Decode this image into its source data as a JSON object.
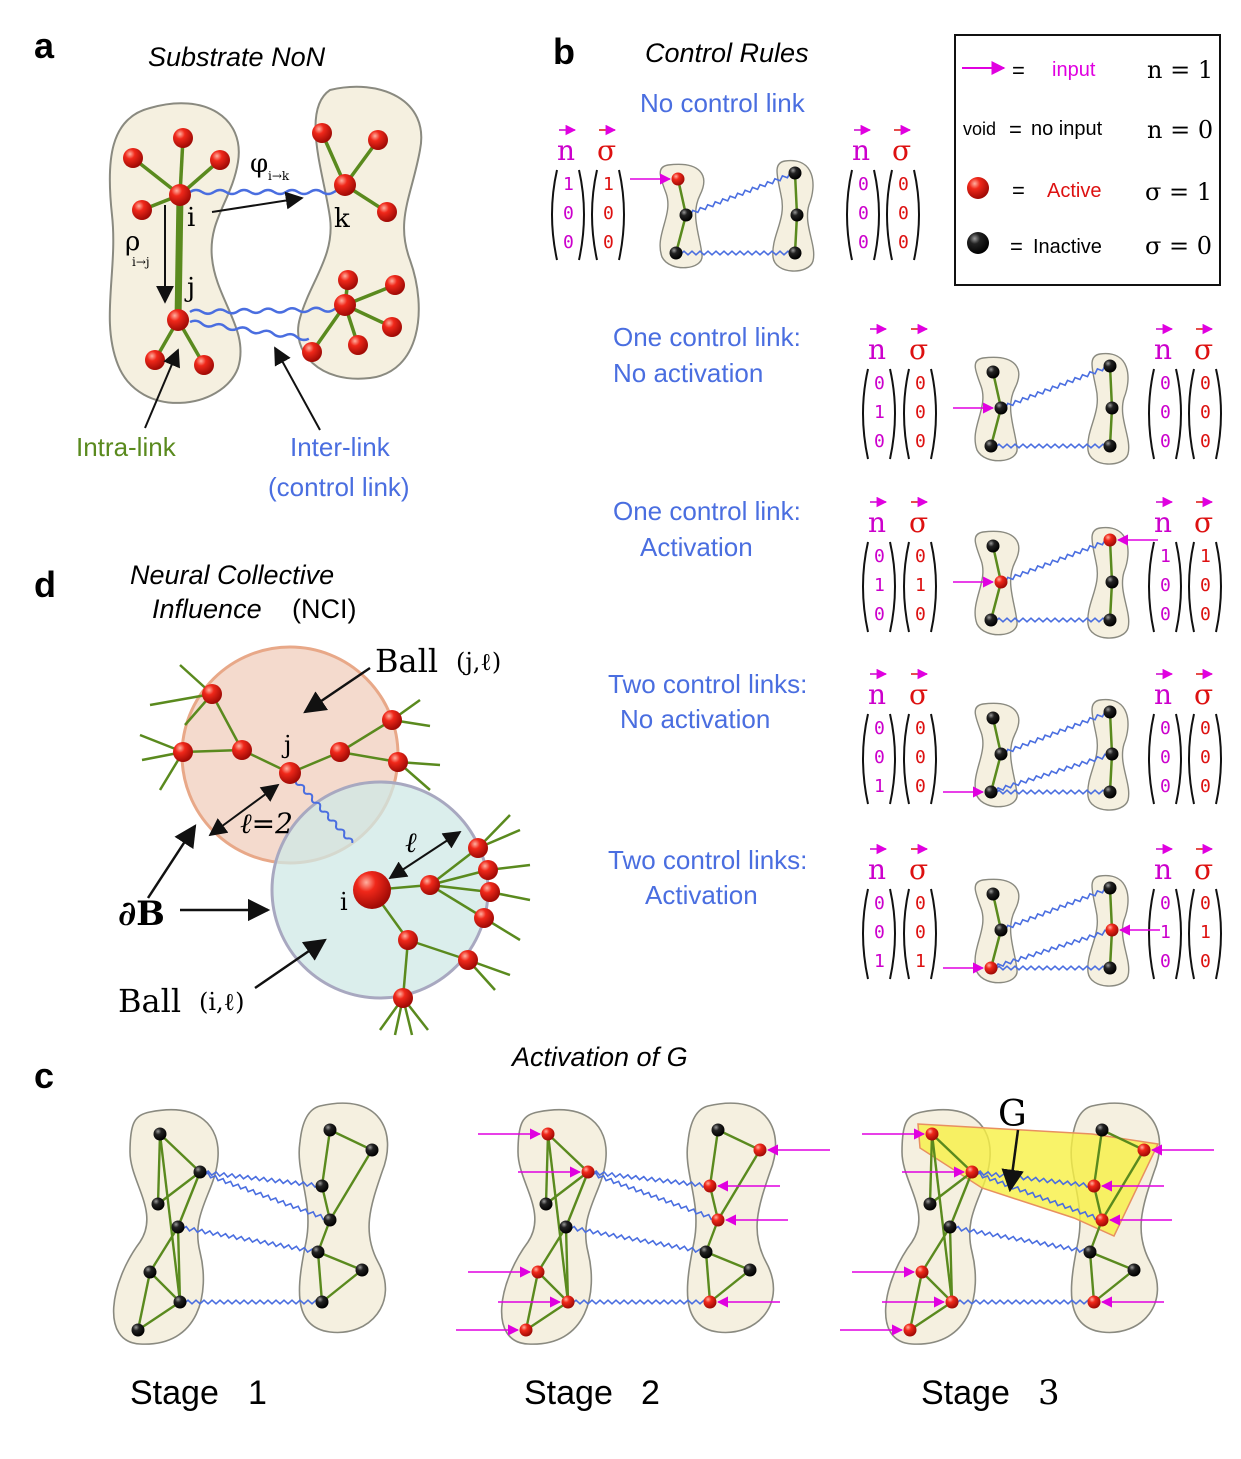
{
  "colors": {
    "red_node": "#e8140c",
    "black_node": "#111111",
    "intra_link": "#5a8a1e",
    "inter_link": "#4a6ee0",
    "input_arrow": "#e000e0",
    "blob_fill": "#f5f0e0",
    "blob_stroke": "#8a8a80",
    "rule_text": "#4a6ee0",
    "n_color": "#cc00cc",
    "sigma_color": "#dd1111",
    "ball_j_fill": "#f2d4c4",
    "ball_i_fill": "#cfe8e6",
    "G_fill": "#f7f044"
  },
  "panel_a": {
    "letter": "a",
    "title": "Substrate NoN",
    "phi": "φ",
    "phi_sub": "i→k",
    "rho": "ρ",
    "rho_sub": "i→j",
    "node_i": "i",
    "node_j": "j",
    "node_k": "k",
    "intra_label": "Intra-link",
    "inter_label_1": "Inter-link",
    "inter_label_2": "(control link)"
  },
  "panel_b": {
    "letter": "b",
    "title": "Control Rules",
    "legend": {
      "eq": "=",
      "input_label": "input",
      "input_n": "n = 1",
      "void_label": "void",
      "no_input_label": "no input",
      "void_n": "n = 0",
      "active_label": "Active",
      "active_sigma": "σ = 1",
      "inactive_label": "Inactive",
      "inactive_sigma": "σ = 0"
    },
    "vec_n": "n",
    "vec_sigma": "σ",
    "rules": [
      {
        "title1": "No control link",
        "title2": "",
        "n_left": [
          "1",
          "0",
          "0"
        ],
        "s_left": [
          "1",
          "0",
          "0"
        ],
        "n_right": [
          "0",
          "0",
          "0"
        ],
        "s_right": [
          "0",
          "0",
          "0"
        ]
      },
      {
        "title1": "One control link:",
        "title2": "No activation",
        "n_left": [
          "0",
          "1",
          "0"
        ],
        "s_left": [
          "0",
          "0",
          "0"
        ],
        "n_right": [
          "0",
          "0",
          "0"
        ],
        "s_right": [
          "0",
          "0",
          "0"
        ]
      },
      {
        "title1": "One control link:",
        "title2": "Activation",
        "n_left": [
          "0",
          "1",
          "0"
        ],
        "s_left": [
          "0",
          "1",
          "0"
        ],
        "n_right": [
          "1",
          "0",
          "0"
        ],
        "s_right": [
          "1",
          "0",
          "0"
        ]
      },
      {
        "title1": "Two control links:",
        "title2": "No activation",
        "n_left": [
          "0",
          "0",
          "1"
        ],
        "s_left": [
          "0",
          "0",
          "0"
        ],
        "n_right": [
          "0",
          "0",
          "0"
        ],
        "s_right": [
          "0",
          "0",
          "0"
        ]
      },
      {
        "title1": "Two control links:",
        "title2": "Activation",
        "n_left": [
          "0",
          "0",
          "1"
        ],
        "s_left": [
          "0",
          "0",
          "1"
        ],
        "n_right": [
          "0",
          "1",
          "0"
        ],
        "s_right": [
          "0",
          "1",
          "0"
        ]
      }
    ]
  },
  "panel_c": {
    "letter": "c",
    "title": "Activation of G",
    "g_label": "G",
    "stage_word": "Stage",
    "stages": [
      "1",
      "2",
      "3"
    ]
  },
  "panel_d": {
    "letter": "d",
    "title1": "Neural Collective",
    "title2a": "Influence",
    "title2b": "(NCI)",
    "ball_j": "Ball",
    "ball_j_args": "(j,ℓ)",
    "ball_i": "Ball",
    "ball_i_args": "(i,ℓ)",
    "node_j": "j",
    "node_i": "i",
    "ell2": "ℓ=2",
    "ell": "ℓ",
    "boundary": "∂B"
  }
}
